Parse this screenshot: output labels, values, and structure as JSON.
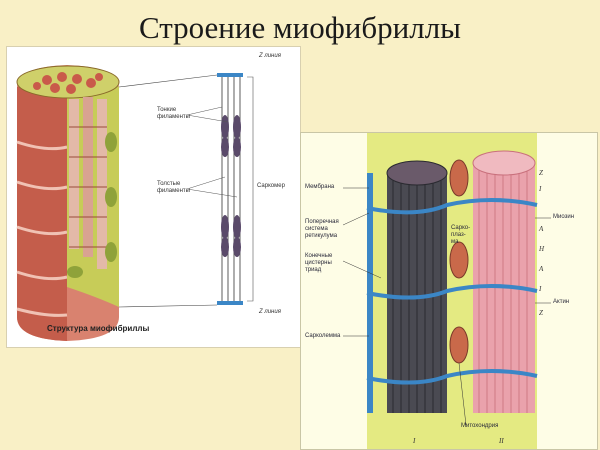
{
  "title": "Строение миофибриллы",
  "left_panel": {
    "caption": "Структура миофибриллы",
    "z_line_top": "Z линия",
    "z_line_bottom": "Z линия",
    "thin_filaments": [
      "Тонкие",
      "филаменты"
    ],
    "thick_filaments": [
      "Толстые",
      "филаменты"
    ],
    "sarcomere": "Саркомер"
  },
  "right_panel": {
    "membrane": "Мембрана",
    "t_system": [
      "Поперечная",
      "система",
      "ретикулума"
    ],
    "terminal_cisternae": [
      "Конечные",
      "цистерны",
      "триад"
    ],
    "sarcolemma": "Сарколемма",
    "sarcoplasm": [
      "Сарко-",
      "плаз-",
      "ма"
    ],
    "myosin": "Миозин",
    "actin": "Актин",
    "mitochondria": "Митохондрия",
    "band_z": "Z",
    "band_i1": "I",
    "band_a1": "А",
    "band_h": "Н",
    "band_a2": "А",
    "band_i2": "I",
    "band_z2": "Z",
    "roman_1": "I",
    "roman_2": "II"
  },
  "colors": {
    "background": "#f9f0c6",
    "muscle_red": "#c95a4a",
    "myofibril_green": "#b9c24a",
    "membrane_blue": "#3b86c6",
    "myofibril_dark": "#3a3a44",
    "myofibril_pink": "#e79aa4"
  }
}
